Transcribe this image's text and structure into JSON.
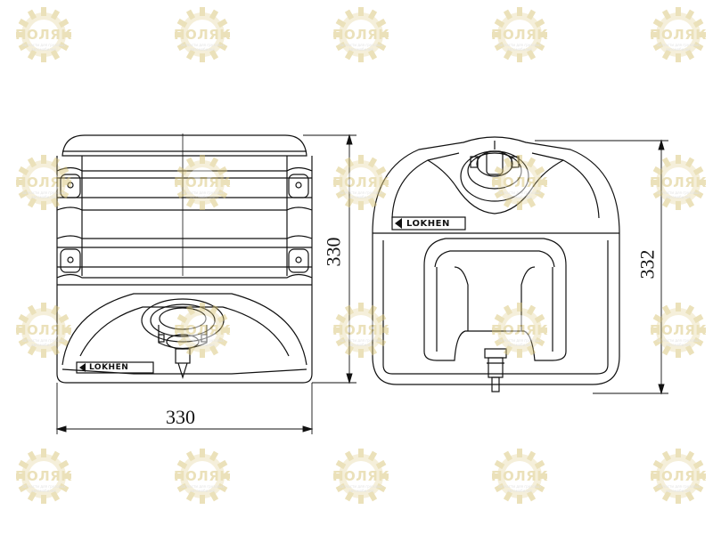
{
  "diagram": {
    "dimensions": {
      "width_front": "330",
      "height_front": "330",
      "height_side": "332"
    },
    "brand_label": "LOKHEN"
  },
  "watermark": {
    "text": "ПОЛЯК",
    "subtext": "Запчасти для грузовых автомобилей",
    "color": "#d8c478",
    "icon": "gear-icon"
  }
}
